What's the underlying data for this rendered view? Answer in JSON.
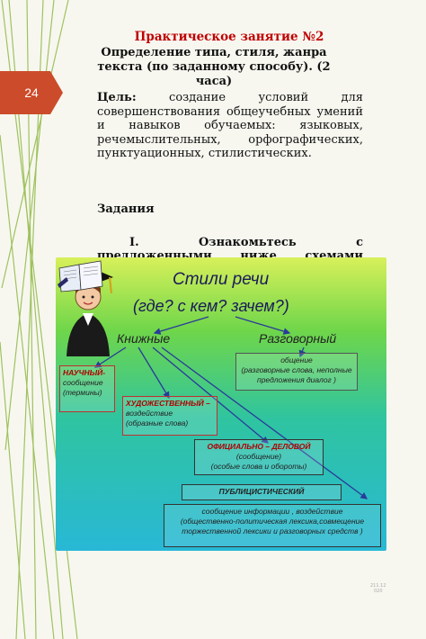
{
  "slide_number": "24",
  "title": "Практическое занятие №2",
  "subtitle": "Определение типа, стиля, жанра текста  (по заданному способу).  (2 часа)",
  "goal": {
    "label": "Цель:",
    "text": "создание условий для совершенствования общеучебных умений и навыков обучаемых: языковых, речемыслительных, орфографических, пунктуационных, стилистических."
  },
  "tasks_heading": "Задания",
  "task_1": {
    "number": "I.",
    "text": "Ознакомьтесь с предложенными ниже схемами"
  },
  "diagram": {
    "title": "Стили речи",
    "subtitle": "(где? с кем? зачем?)",
    "bookish": "Книжные",
    "colloquial": "Разговорный",
    "scientific_head": "НАУЧНЫЙ-",
    "scientific_lines": [
      "сообщение",
      "(термины)"
    ],
    "artistic_head": "ХУДОЖЕСТВЕННЫЙ –",
    "artistic_lines": [
      "воздействие",
      "(образные слова)"
    ],
    "colloquial_lines": [
      "общение",
      "(разговорные слова, неполные предложения диалог )"
    ],
    "official_head": "ОФИЦИАЛЬНО – ДЕЛОВОЙ",
    "official_lines": [
      "(сообщение)",
      "(особые слова и обороты)"
    ],
    "journalistic_head": "ПУБЛИЦИСТИЧЕСКИЙ",
    "journalistic_lines": [
      "сообщение информации , воздействие",
      "(общественно-политическая лексика,совмещение торжественной лексики и разговорных средств )"
    ]
  },
  "footer_mark": [
    "211.12",
    "020"
  ],
  "colors": {
    "title": "#c00000",
    "badge": "#cc4b2a",
    "frame_green": "#8ab53a"
  }
}
